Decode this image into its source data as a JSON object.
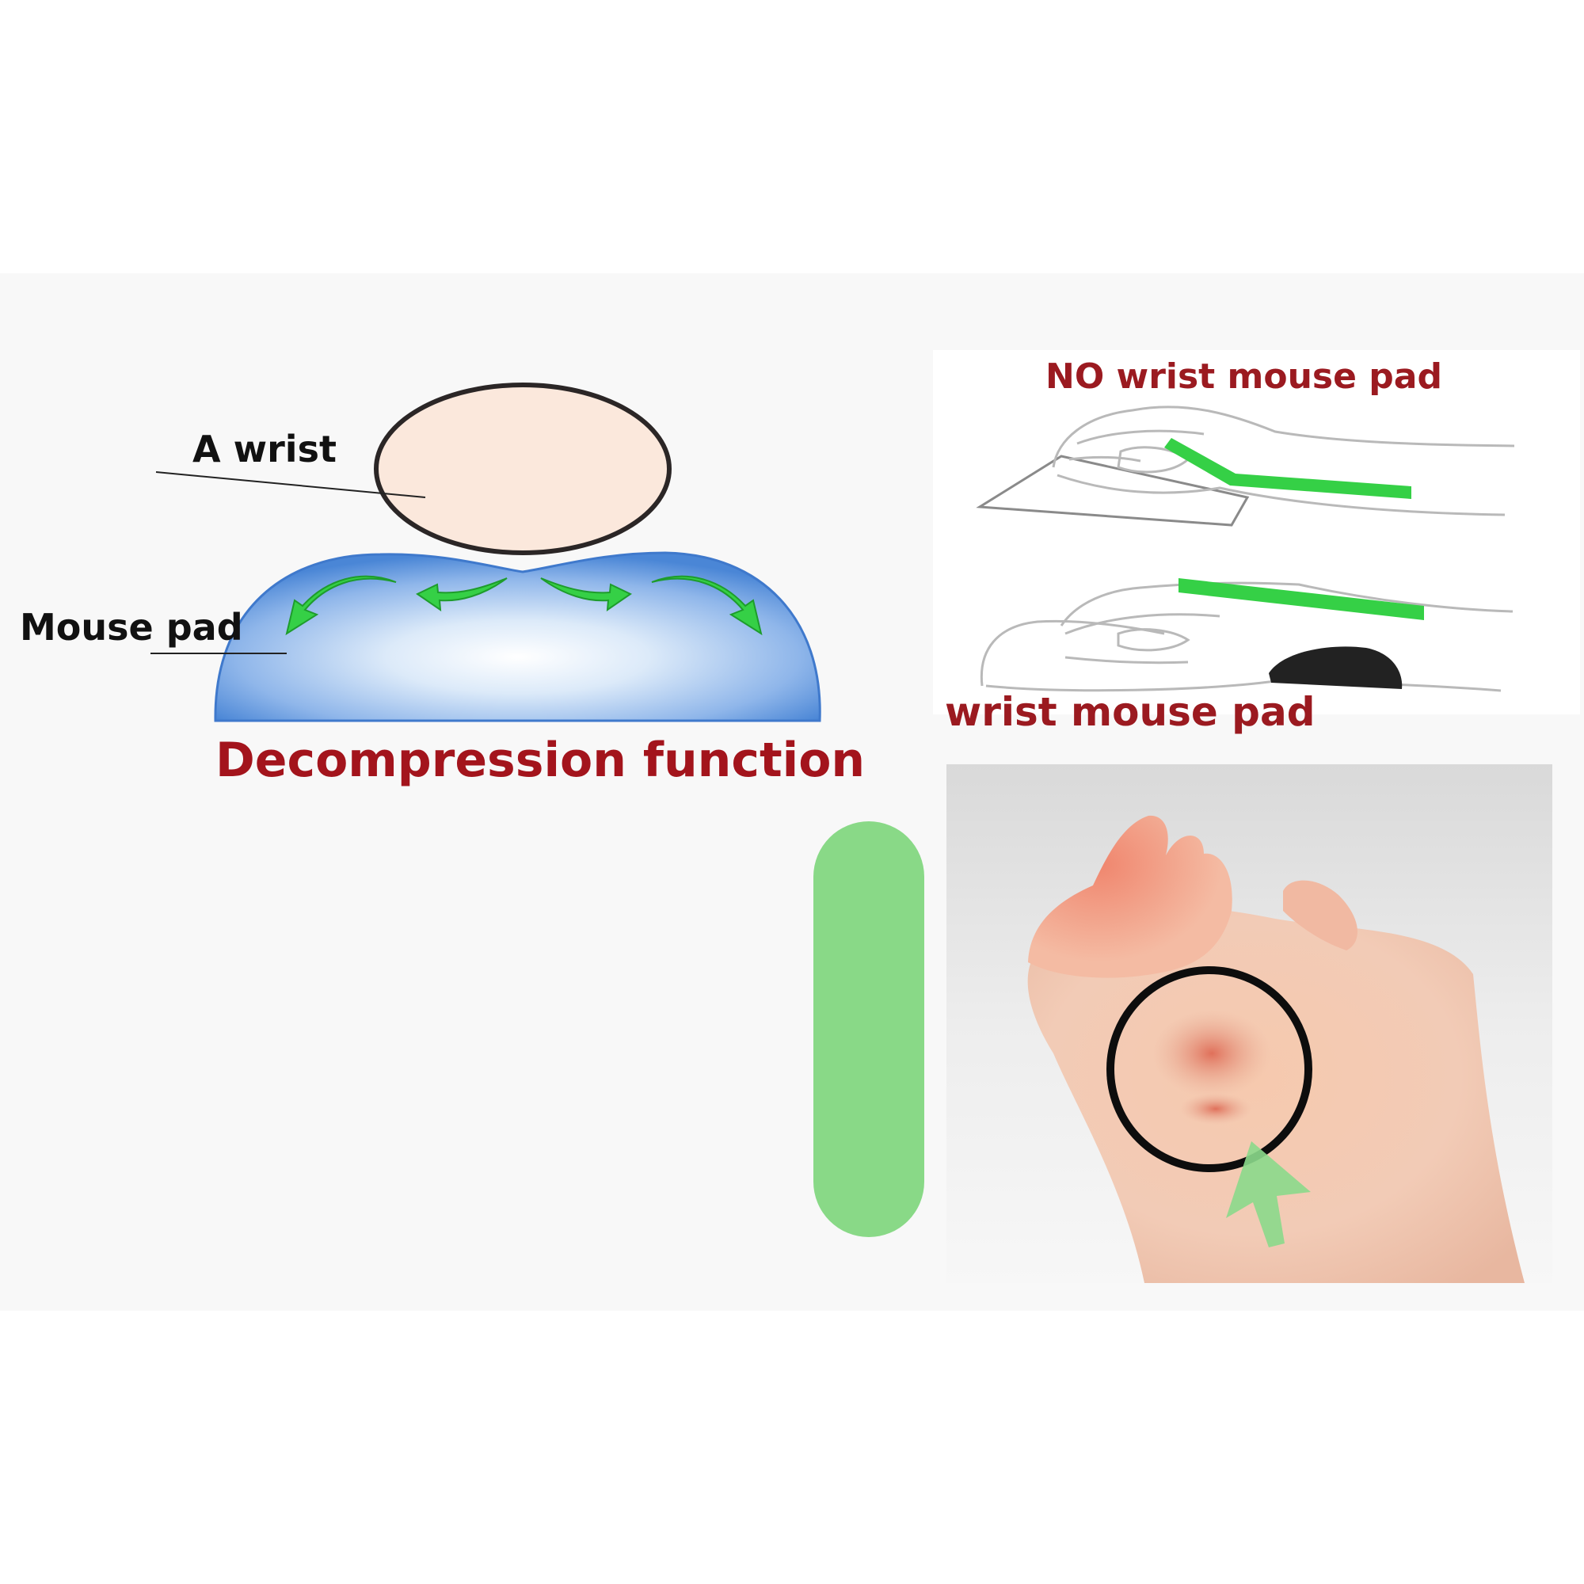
{
  "diagram": {
    "wrist_label": "A wrist",
    "mouse_pad_label": "Mouse pad",
    "caption": "Decompression function"
  },
  "comparison": {
    "no_pad_label": "NO wrist mouse pad",
    "with_pad_label": "wrist mouse pad"
  },
  "colors": {
    "caption_red": "#a3141c",
    "arrow_green": "#35d046",
    "pad_blue": "#4a86d6",
    "wrist_skin": "#fbe8dc"
  }
}
